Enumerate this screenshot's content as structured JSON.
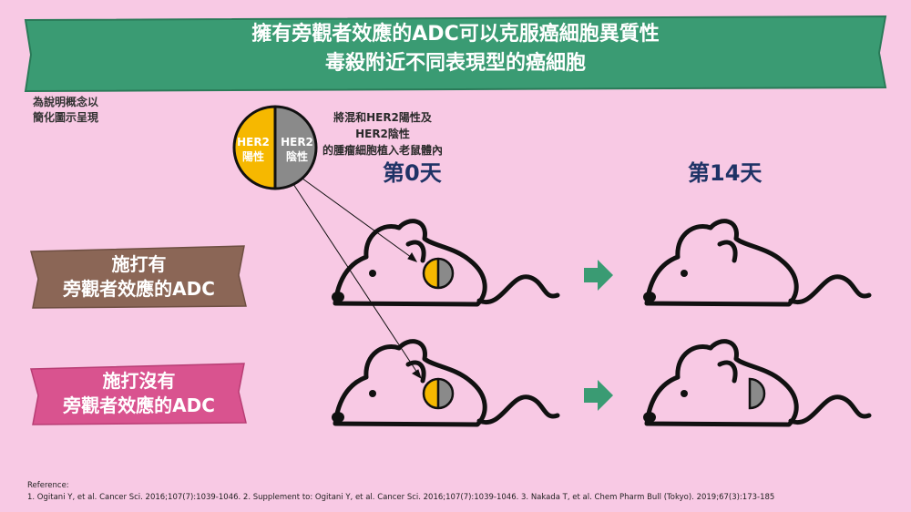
{
  "title": {
    "line1": "擁有旁觀者效應的ADC可以克服癌細胞異質性",
    "line2": "毒殺附近不同表現型的癌細胞"
  },
  "note": {
    "line1": "為說明概念以",
    "line2": "簡化圖示呈現"
  },
  "legend": {
    "positive": {
      "line1": "HER2",
      "line2": "陽性"
    },
    "negative": {
      "line1": "HER2",
      "line2": "陰性"
    }
  },
  "description": {
    "line1": "將混和HER2陽性及HER2陰性",
    "line2": "的腫瘤細胞植入老鼠體內"
  },
  "days": {
    "day0": "第0天",
    "day14": "第14天"
  },
  "rows": [
    {
      "line1": "施打有",
      "line2": "旁觀者效應的ADC"
    },
    {
      "line1": "施打沒有",
      "line2": "旁觀者效應的ADC"
    }
  ],
  "reference": {
    "heading": "Reference:",
    "text": "1. Ogitani Y, et al. Cancer Sci. 2016;107(7):1039-1046. 2. Supplement to: Ogitani Y, et al. Cancer Sci. 2016;107(7):1039-1046. 3. Nakada T, et al. Chem Pharm Bull (Tokyo). 2019;67(3):173-185"
  },
  "colors": {
    "background": "#f8c9e4",
    "banner": "#3a9b73",
    "her2_positive": "#f6b800",
    "her2_negative": "#8a8a8a",
    "arrow": "#3a9b73",
    "label_brown": "#8b6656",
    "label_pink": "#d9538f",
    "day_text": "#1f3366"
  }
}
